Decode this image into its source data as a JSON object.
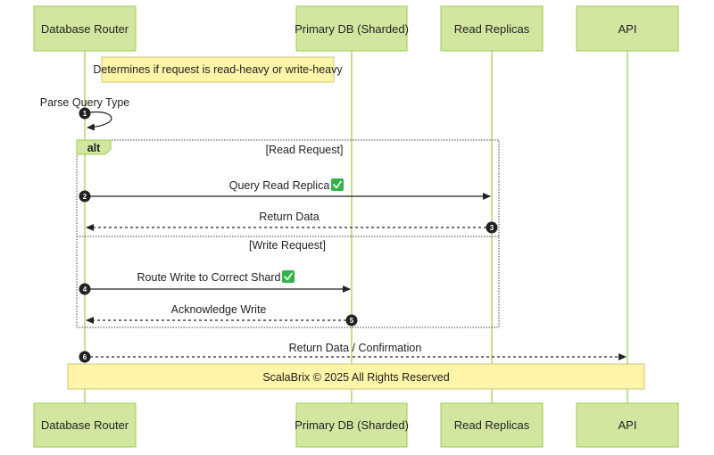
{
  "participants": [
    {
      "name": "Database Router"
    },
    {
      "name": "Primary DB (Sharded)"
    },
    {
      "name": "Read Replicas"
    },
    {
      "name": "API"
    }
  ],
  "notes": {
    "router_note": "Determines if request is read-heavy or write-heavy",
    "footer_note": "ScalaBrix © 2025 All Rights Reserved"
  },
  "self_message": {
    "label": "Parse Query Type",
    "seq": "1"
  },
  "alt_block": {
    "tag": "alt",
    "condition_read": "[Read Request]",
    "condition_write": "[Write Request]"
  },
  "messages": [
    {
      "seq": "2",
      "label": "Query Read Replica",
      "style": "solid",
      "check": true
    },
    {
      "seq": "3",
      "label": "Return Data",
      "style": "dashed",
      "check": false
    },
    {
      "seq": "4",
      "label": "Route Write to Correct Shard",
      "style": "solid",
      "check": true
    },
    {
      "seq": "5",
      "label": "Acknowledge Write",
      "style": "dashed",
      "check": false
    },
    {
      "seq": "6",
      "label": "Return Data / Confirmation",
      "style": "dashed",
      "check": false
    }
  ],
  "colors": {
    "actor_fill": "#d3e6a0",
    "actor_stroke": "#9bcc4e",
    "note_fill": "#fff4a8",
    "check_green": "#35b34a"
  },
  "icons": {
    "check": "check-mark-button-icon"
  }
}
